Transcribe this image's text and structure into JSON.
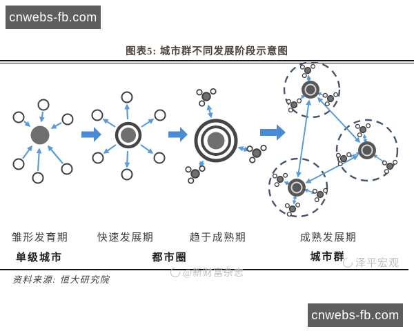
{
  "watermarks": {
    "top_left": "cnwebs-fb.com",
    "bottom_right": "cnwebs-fb.com",
    "zeping": "泽平宏观",
    "xincaifu": "@新财富杂志"
  },
  "figure": {
    "title": "图表5: 城市群不同发展阶段示意图",
    "source": "资料来源: 恒大研究院"
  },
  "stages": [
    {
      "label": "雏形发育期"
    },
    {
      "label": "快速发展期"
    },
    {
      "label": "趋于成熟期"
    },
    {
      "label": "成熟发展期"
    }
  ],
  "categories": [
    {
      "label": "单级城市"
    },
    {
      "label": "都市圈"
    },
    {
      "label": "城市群"
    }
  ],
  "icons": {
    "zeping_logo": "circle-swirl-logo",
    "xincaifu_logo": "circle-swirl-logo"
  },
  "colors": {
    "arrow_blue": "#5b9bd5",
    "big_arrow_blue": "#4a8bd4",
    "hub_gray": "#6f6f6f",
    "ring_gray": "#454545",
    "dashed_circle_blue": "#44546a",
    "watermark_box_bg": "#5e5e5e",
    "light_watermark_gray": "#bdbdbd"
  }
}
